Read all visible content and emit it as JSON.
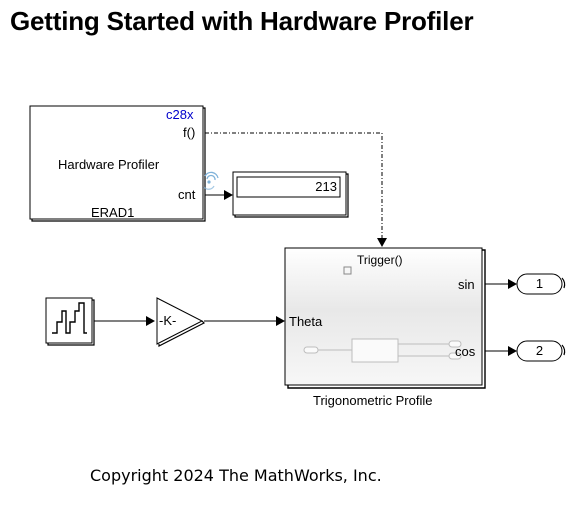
{
  "title": "Getting Started with Hardware Profiler",
  "copyright": "Copyright 2024 The MathWorks, Inc.",
  "hardware_profiler": {
    "tag": "c28x",
    "port_f": "f()",
    "label": "Hardware Profiler",
    "port_cnt": "cnt",
    "block_name": "ERAD1"
  },
  "display": {
    "value": "213"
  },
  "gain": {
    "label": "-K-"
  },
  "subsystem": {
    "trigger": "Trigger()",
    "in_theta": "Theta",
    "out_sin": "sin",
    "out_cos": "cos",
    "name": "Trigonometric Profile"
  },
  "outports": {
    "out1": "1",
    "out2": "2"
  },
  "colors": {
    "tag_blue": "#0000cc",
    "wireless_icon": "#7fb2d9"
  }
}
